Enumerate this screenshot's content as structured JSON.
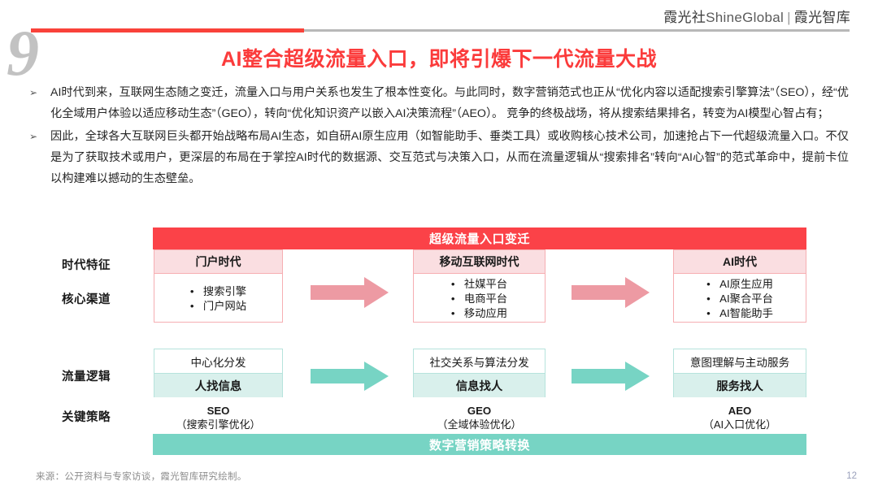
{
  "header": {
    "brand_cn_left": "霞光社",
    "brand_en": "ShineGlobal",
    "brand_sep": "|",
    "brand_cn_right": "霞光智库",
    "slide_number": "9",
    "title": "AI整合超级流量入口，即将引爆下一代流量大战"
  },
  "body": {
    "bullet_marker": "➢",
    "bullets": [
      "AI时代到来，互联网生态随之变迁，流量入口与用户关系也发生了根本性变化。与此同时，数字营销范式也正从“优化内容以适配搜索引擎算法”（SEO），经“优化全域用户体验以适应移动生态”（GEO），转向“优化知识资产以嵌入AI决策流程”（AEO）。 竞争的终极战场，将从搜索结果排名，转变为AI模型心智占有；",
      "因此，全球各大互联网巨头都开始战略布局AI生态，如自研AI原生应用（如智能助手、垂类工具）或收购核心技术公司，加速抢占下一代超级流量入口。不仅是为了获取技术或用户，更深层的布局在于掌控AI时代的数据源、交互范式与决策入口，从而在流量逻辑从“搜索排名”转向“AI心智”的范式革命中，提前卡位以构建难以撼动的生态壁垒。"
    ]
  },
  "diagram": {
    "top_banner": "超级流量入口变迁",
    "bottom_banner": "数字营销策略转换",
    "row_labels": {
      "era": "时代特征",
      "channel": "核心渠道",
      "logic": "流量逻辑",
      "strategy": "关键策略"
    },
    "columns": [
      {
        "era": "门户时代",
        "channels": [
          "搜索引擎",
          "门户网站"
        ],
        "logic_top": "中心化分发",
        "logic_bottom": "人找信息",
        "strategy_code": "SEO",
        "strategy_sub": "（搜索引擎优化）"
      },
      {
        "era": "移动互联网时代",
        "channels": [
          "社媒平台",
          "电商平台",
          "移动应用"
        ],
        "logic_top": "社交关系与算法分发",
        "logic_bottom": "信息找人",
        "strategy_code": "GEO",
        "strategy_sub": "（全域体验优化）"
      },
      {
        "era": "AI时代",
        "channels": [
          "AI原生应用",
          "AI聚合平台",
          "AI智能助手"
        ],
        "logic_top": "意图理解与主动服务",
        "logic_bottom": "服务找人",
        "strategy_code": "AEO",
        "strategy_sub": "（AI入口优化）"
      }
    ],
    "colors": {
      "red": "#fb4248",
      "red_light": "#fadee1",
      "red_border": "#f6aeb2",
      "arrow_pink": "#ed9aa3",
      "teal": "#77d4c4",
      "teal_light": "#d9f0ec",
      "teal_border": "#b6e3dc",
      "arrow_teal": "#77d4c4",
      "title_red": "#fb3b3b"
    }
  },
  "footer": {
    "source": "来源：公开资料与专家访谈，霞光智库研究绘制。",
    "page_number": "12"
  }
}
